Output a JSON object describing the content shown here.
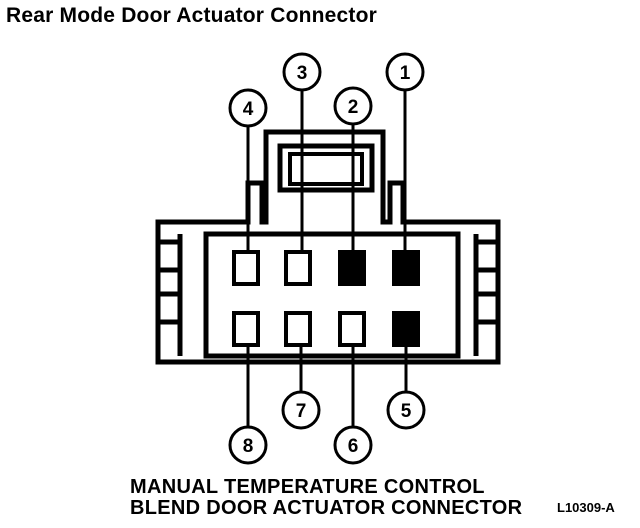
{
  "title": "Rear Mode Door Actuator Connector",
  "caption_line1": "MANUAL TEMPERATURE CONTROL",
  "caption_line2": "BLEND DOOR ACTUATOR CONNECTOR",
  "reference_code": "L10309-A",
  "pins": [
    {
      "number": "1",
      "row": "top",
      "filled": true
    },
    {
      "number": "2",
      "row": "top",
      "filled": true
    },
    {
      "number": "3",
      "row": "top",
      "filled": false
    },
    {
      "number": "4",
      "row": "top",
      "filled": false
    },
    {
      "number": "5",
      "row": "bottom",
      "filled": true
    },
    {
      "number": "6",
      "row": "bottom",
      "filled": false
    },
    {
      "number": "7",
      "row": "bottom",
      "filled": false
    },
    {
      "number": "8",
      "row": "bottom",
      "filled": false
    }
  ],
  "colors": {
    "line": "#000000",
    "background": "#ffffff",
    "filled_cavity": "#000000"
  }
}
